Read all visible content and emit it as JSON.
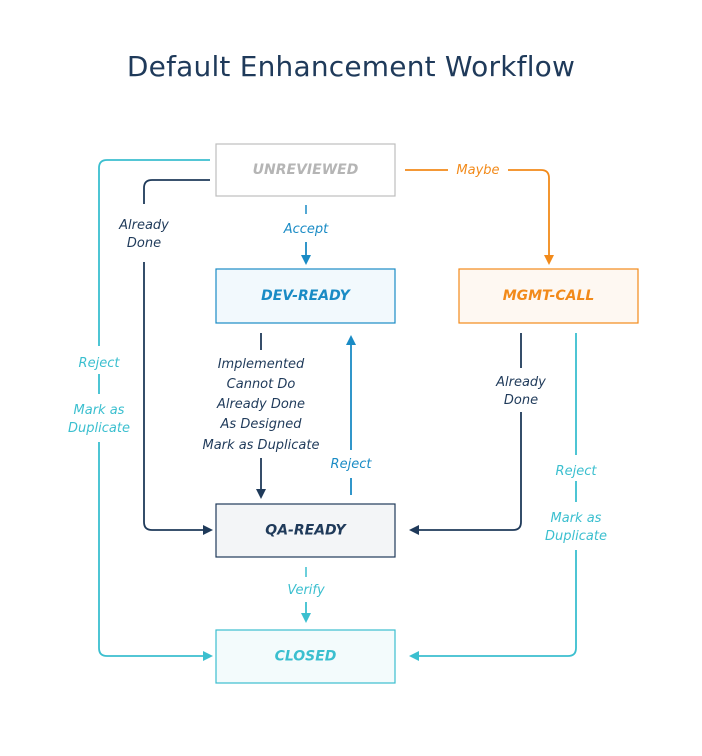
{
  "title": "Default Enhancement Workflow",
  "colors": {
    "navy": "#1f3a5a",
    "blue": "#1a8bc5",
    "cyan": "#3bbfcf",
    "orange": "#f28a1a",
    "gray": "#b5b5b5",
    "light_blue_fill": "#f2f9fd",
    "orange_fill": "#fef8f2",
    "cyan_fill": "#f3fbfc",
    "qa_fill": "#f3f5f7"
  },
  "nodes": {
    "unreviewed": "UNREVIEWED",
    "dev_ready": "DEV-READY",
    "mgmt_call": "MGMT-CALL",
    "qa_ready": "QA-READY",
    "closed": "CLOSED"
  },
  "edges": {
    "accept": "Accept",
    "maybe": "Maybe",
    "verify": "Verify",
    "unreviewed_to_qa": [
      "Already",
      "Done"
    ],
    "unreviewed_to_closed_reject": "Reject",
    "unreviewed_to_closed_duplicate": [
      "Mark as",
      "Duplicate"
    ],
    "dev_to_qa": [
      "Implemented",
      "Cannot Do",
      "Already Done",
      "As Designed",
      "Mark as Duplicate"
    ],
    "qa_to_dev": "Reject",
    "mgmt_to_qa": [
      "Already",
      "Done"
    ],
    "mgmt_to_closed_reject": "Reject",
    "mgmt_to_closed_duplicate": [
      "Mark as",
      "Duplicate"
    ]
  }
}
